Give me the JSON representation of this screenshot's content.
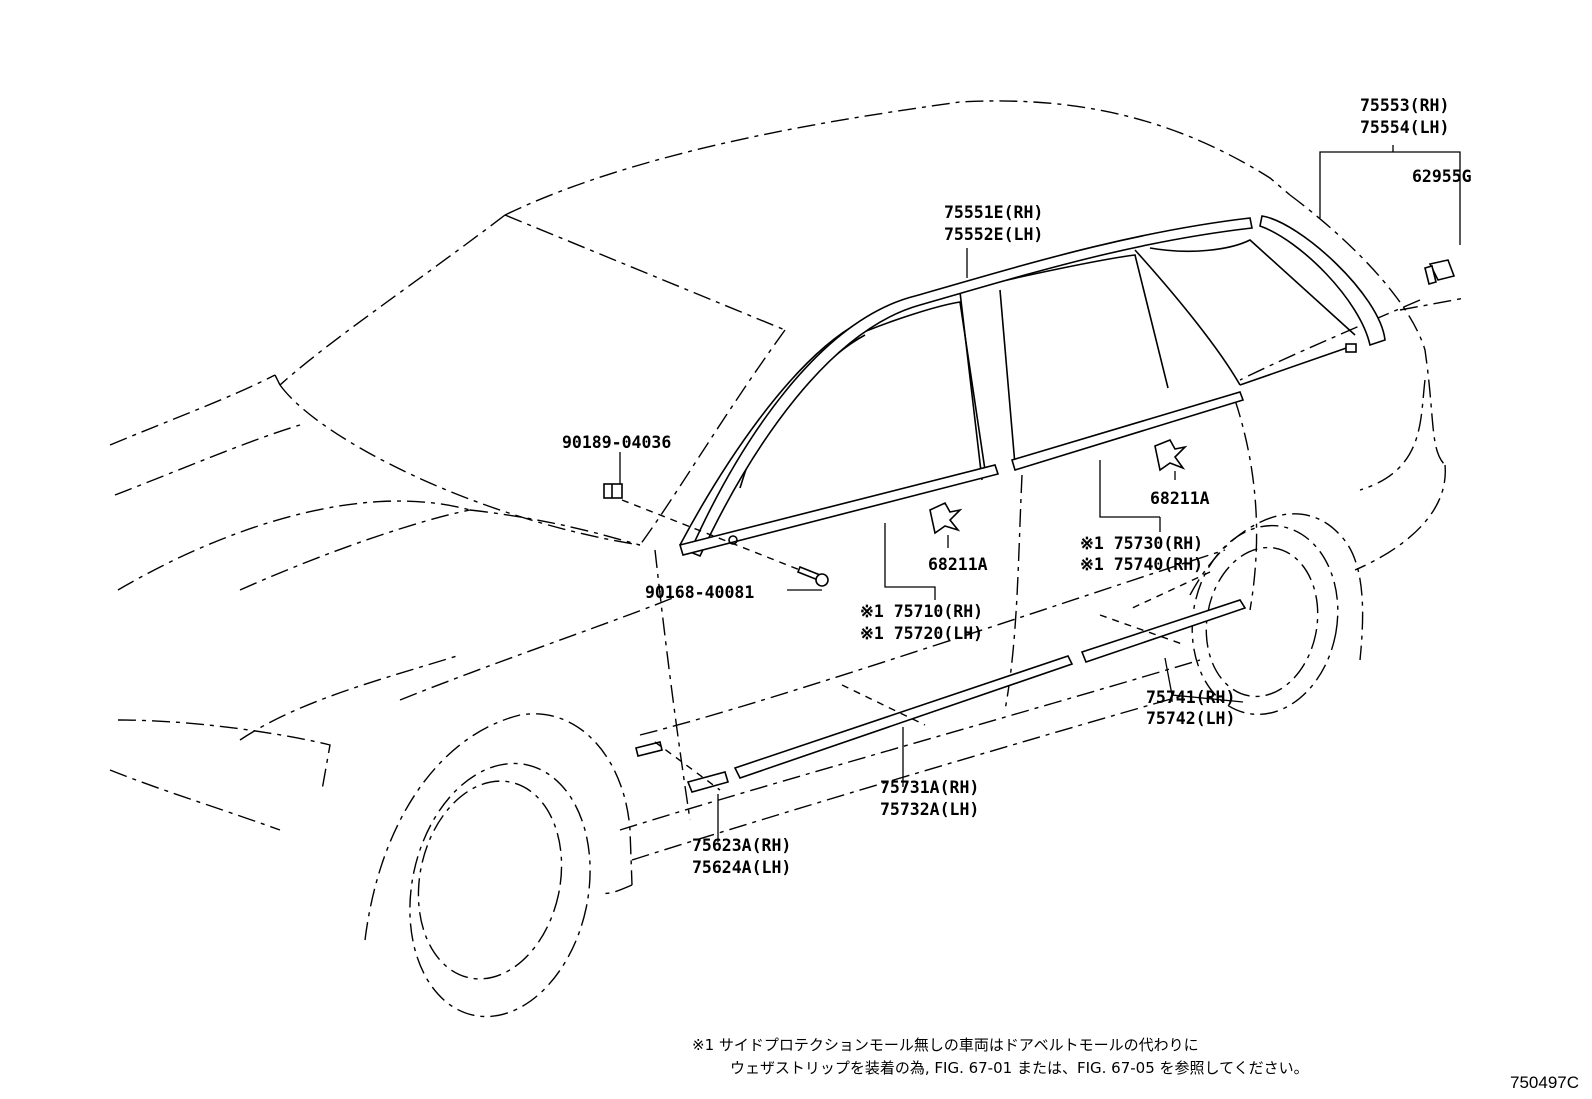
{
  "callouts": {
    "p75553": "75553(RH)",
    "p75554": "75554(LH)",
    "p62955": "62955G",
    "p75551": "75551E(RH)",
    "p75552": "75552E(LH)",
    "p90189": "90189-04036",
    "p68211a_front": "68211A",
    "p68211a_rear": "68211A",
    "p75730": "※1 75730(RH)",
    "p75740": "※1 75740(RH)",
    "p90168": "90168-40081",
    "p75710": "※1 75710(RH)",
    "p75720": "※1 75720(LH)",
    "p75741": "75741(RH)",
    "p75742": "75742(LH)",
    "p75731": "75731A(RH)",
    "p75732": "75732A(LH)",
    "p75623": "75623A(RH)",
    "p75624": "75624A(LH)"
  },
  "footnote": {
    "line1": "※1 サイドプロテクションモール無しの車両はドアベルトモールの代わりに",
    "line2": "ウェザストリップを装着の為, FIG. 67-01 または、FIG. 67-05 を参照してください。"
  },
  "figure_code": "750497C"
}
